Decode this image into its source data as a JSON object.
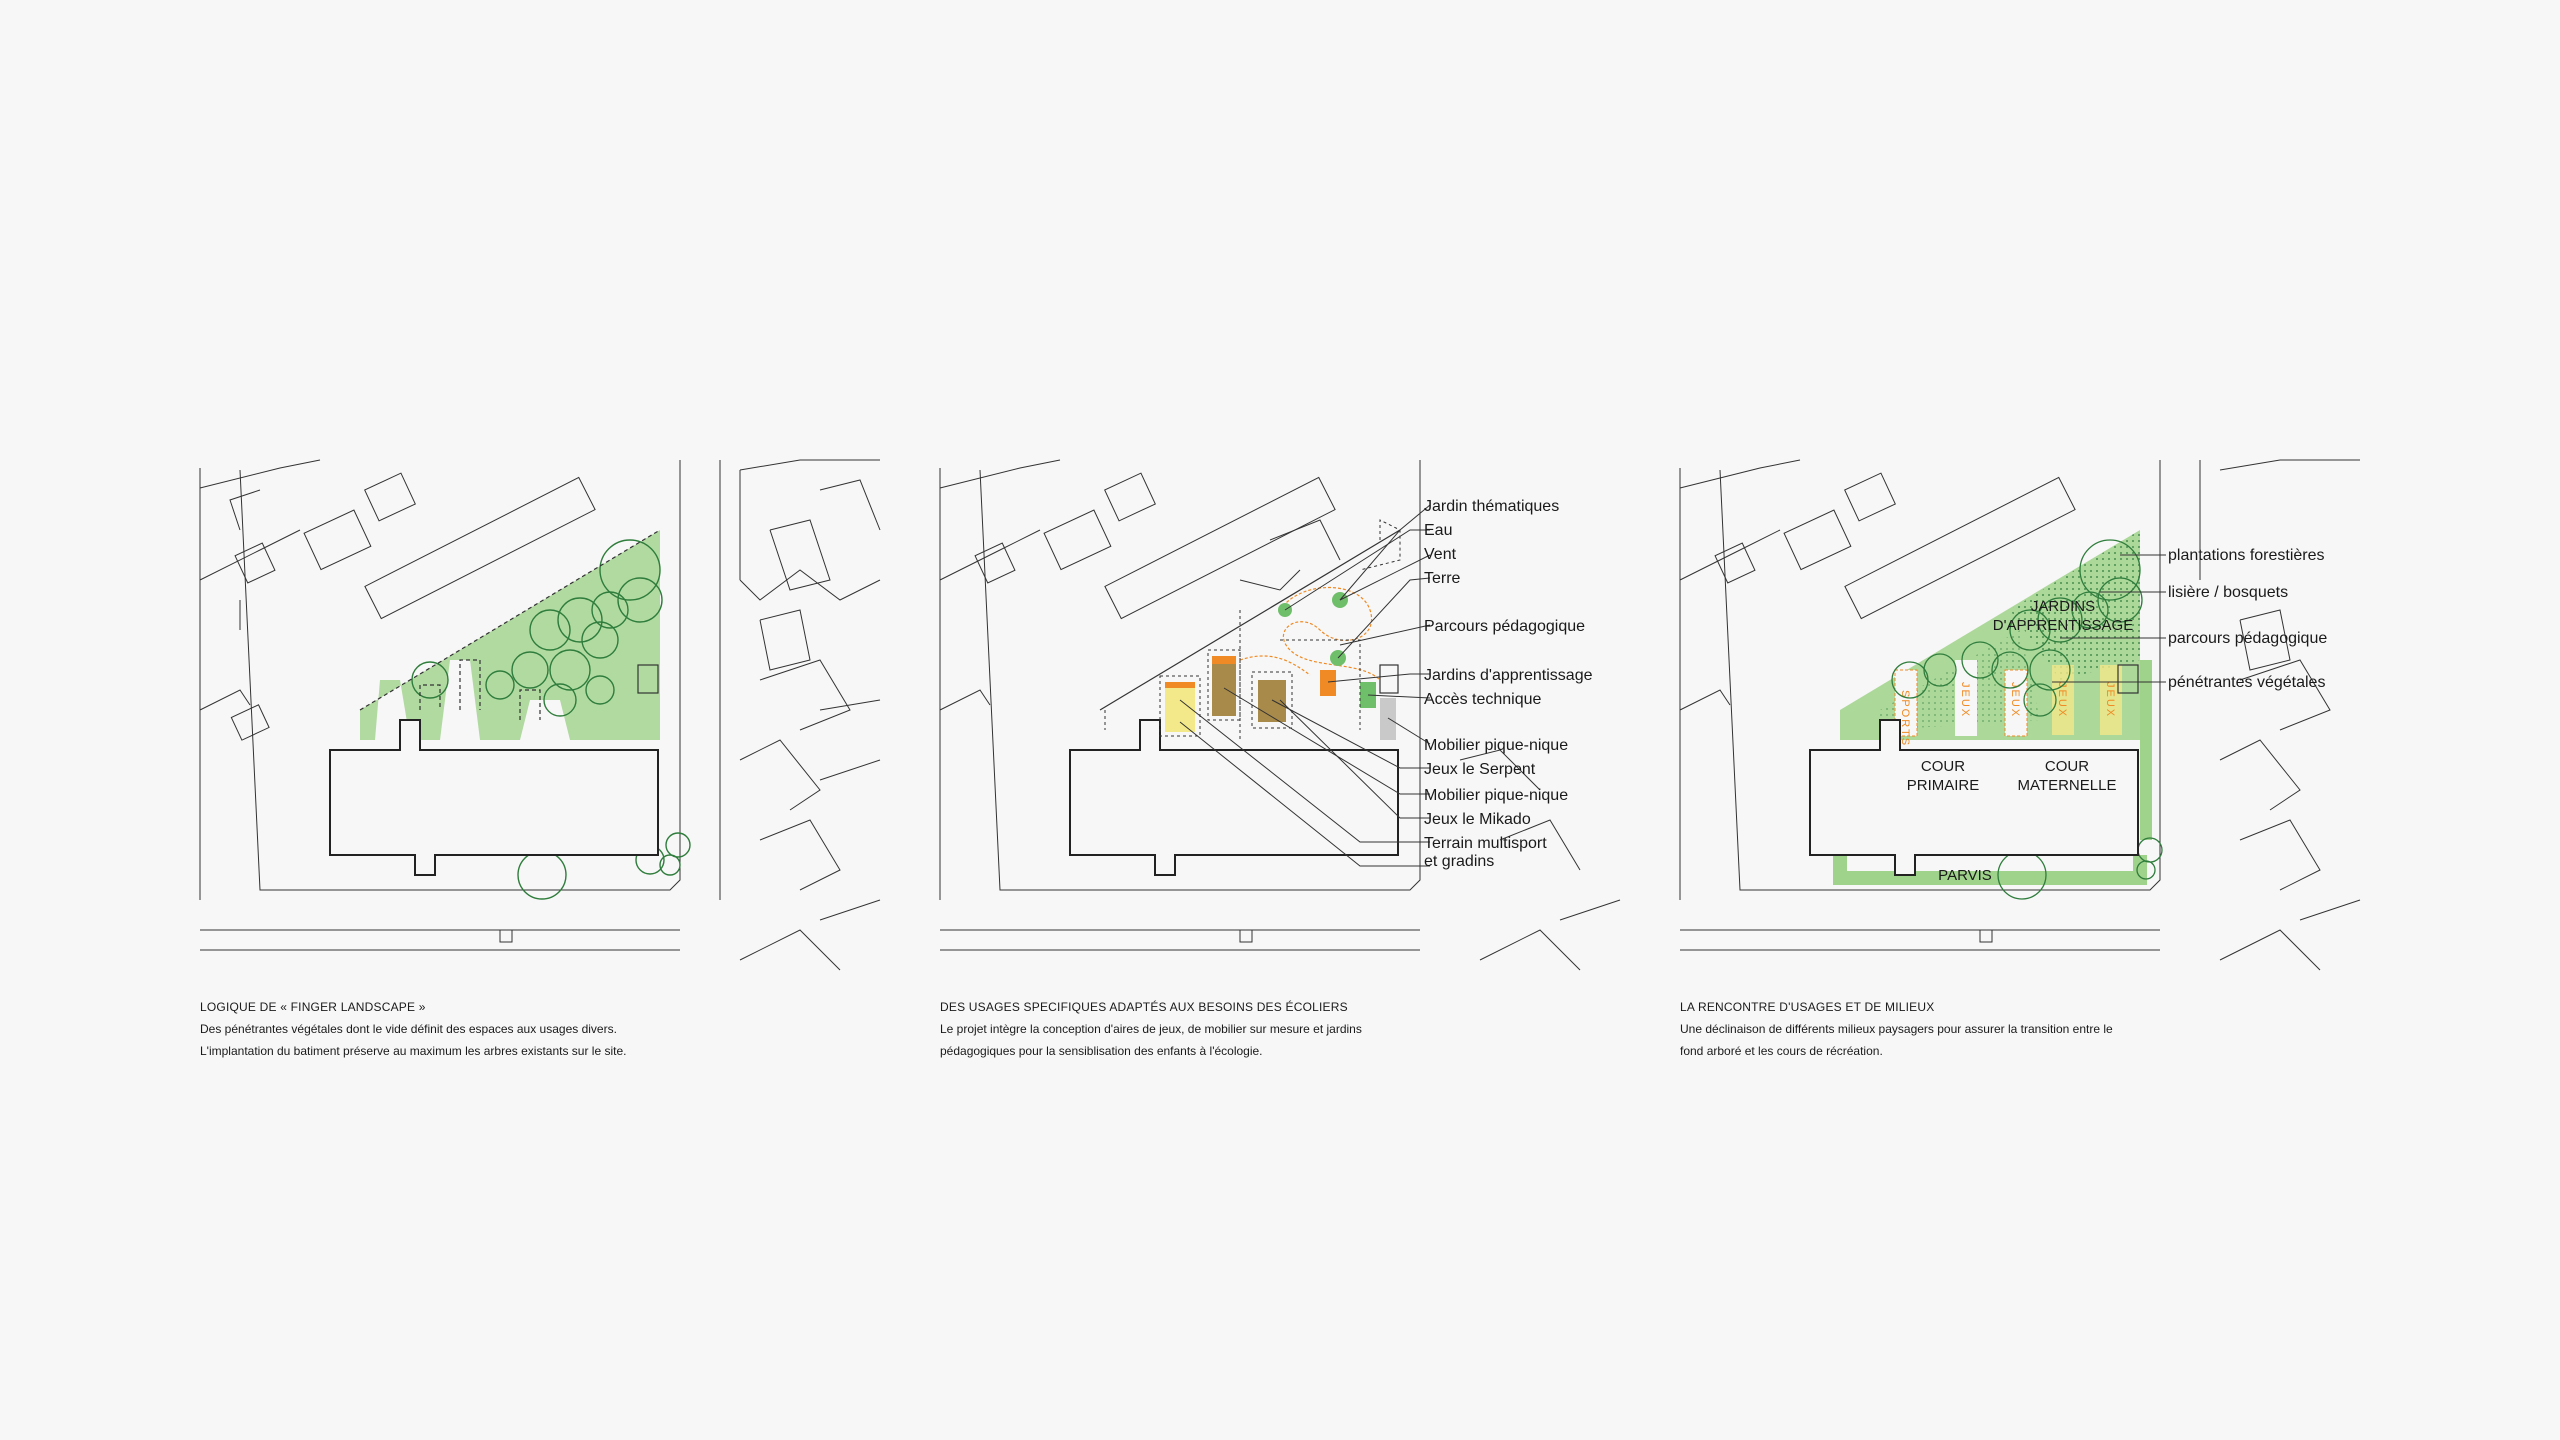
{
  "colors": {
    "background": "#f7f7f7",
    "green": "#9fd28a",
    "dark_green": "#2f7d3c",
    "orange": "#f08a24",
    "brown": "#a88a4a",
    "yellow": "#f3e98a",
    "grey": "#c9c9c9"
  },
  "panel2": {
    "labels": [
      "Jardin thématiques",
      "Eau",
      "Vent",
      "Terre",
      "Parcours pédagogique",
      "Jardins d'apprentissage",
      "Accès technique",
      "Mobilier pique-nique",
      "Jeux le Serpent",
      "Mobilier pique-nique",
      "Jeux le Mikado",
      "Terrain multisport",
      "et gradins"
    ]
  },
  "panel3": {
    "labels": [
      "plantations forestières",
      "lisière / bosquets",
      "parcours pédagogique",
      "pénétrantes végétales"
    ],
    "zones": {
      "jardins_1": "JARDINS",
      "jardins_2": "D'APPRENTISSAGE",
      "cour_primaire_1": "COUR",
      "cour_primaire_2": "PRIMAIRE",
      "cour_maternelle_1": "COUR",
      "cour_maternelle_2": "MATERNELLE",
      "parvis": "PARVIS",
      "strip1": "SPORTS",
      "strip2": "JEUX",
      "strip3": "JEUX",
      "strip4": "JEUX",
      "strip5": "JEUX"
    }
  },
  "captions": [
    {
      "title": "LOGIQUE DE « FINGER LANDSCAPE »",
      "line1": "Des pénétrantes végétales dont le vide définit des espaces aux usages divers.",
      "line2": "L'implantation du batiment préserve au maximum les arbres existants sur le site."
    },
    {
      "title": "DES USAGES SPECIFIQUES ADAPTÉS AUX BESOINS DES ÉCOLIERS",
      "line1": "Le projet intègre la conception d'aires de jeux, de mobilier sur mesure et jardins",
      "line2": "pédagogiques pour la sensiblisation des enfants à l'écologie."
    },
    {
      "title": "LA RENCONTRE D'USAGES ET DE MILIEUX",
      "line1": "Une déclinaison de différents milieux paysagers pour assurer la transition entre le",
      "line2": "fond arboré et les cours de récréation."
    }
  ]
}
